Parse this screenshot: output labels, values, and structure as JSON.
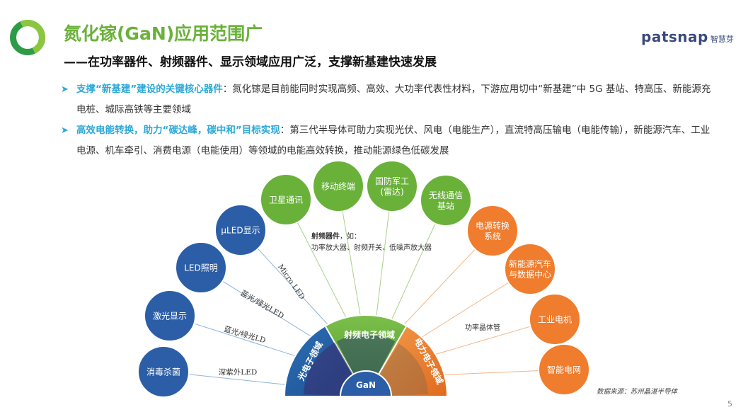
{
  "header": {
    "title": "氮化镓(GaN)应用范围广",
    "subtitle": "——在功率器件、射频器件、显示领域应用广泛，支撑新基建快速发展"
  },
  "brand": {
    "name": "patsnap",
    "name_cn": "智慧芽"
  },
  "bullets": [
    {
      "highlight": "支撑“新基建”建设的关键核心器件",
      "text": "：氮化镓是目前能同时实现高频、高效、大功率代表性材料，下游应用切中“新基建”中 5G 基站、特高压、新能源充电桩、城际高铁等主要领域"
    },
    {
      "highlight": "高效电能转换，助力“碳达峰，碳中和”目标实现",
      "text": "：第三代半导体可助力实现光伏、风电（电能生产），直流特高压输电（电能传输），新能源汽车、工业电源、机车牵引、消费电源（电能使用）等领域的电能高效转换，推动能源绿色低碳发展"
    }
  ],
  "diagram": {
    "center": "GaN",
    "sectors": {
      "optoelectronics": "光电子领域",
      "rf": "射频电子领域",
      "power": "电力电子领域"
    },
    "blue_nodes": [
      "消毒杀菌",
      "激光显示",
      "LED照明",
      "μLED显示"
    ],
    "green_nodes": [
      [
        "卫星通讯"
      ],
      [
        "移动终端"
      ],
      [
        "国防军工",
        "(雷达)"
      ],
      [
        "无线通信",
        "基站"
      ]
    ],
    "orange_nodes": [
      [
        "电源转换",
        "系统"
      ],
      [
        "新能源汽车",
        "与数据中心"
      ],
      [
        "工业电机"
      ],
      [
        "智能电网"
      ]
    ],
    "line_labels": {
      "uv": "深紫外LED",
      "laser": "蓝光/绿光LD",
      "lighting": "蓝光/绿光LED",
      "micro": "Micro LED",
      "rf_title": "射频器件",
      "rf_suffix": "，如：",
      "rf_devices": "功率放大器、射频开关、低噪声放大器",
      "power_device": "功率晶体管"
    },
    "colors": {
      "blue": "#2b5ea7",
      "green": "#6ab13a",
      "orange": "#ef7d2d",
      "center": "#2b5ea7"
    }
  },
  "footer": {
    "source": "数据来源：苏州晶湛半导体",
    "page": "5"
  }
}
